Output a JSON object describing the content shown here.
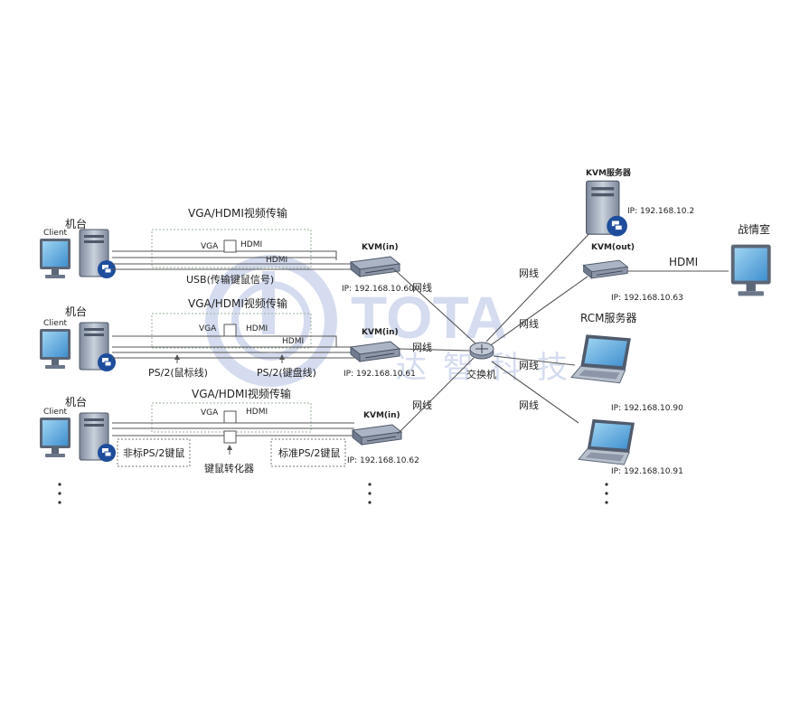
{
  "watermark": {
    "logo_text": "TOTA",
    "chinese_text": "达智科技",
    "color": "#6a86c8"
  },
  "rows": [
    {
      "host_label": "机台",
      "client_label": "Client",
      "video_label": "VGA/HDMI视频传输",
      "vga": "VGA",
      "hdmi_a": "HDMI",
      "hdmi_b": "HDMI",
      "note_bottom": "USB(传输键鼠信号)",
      "kvm_label": "KVM(in)",
      "ip": "IP:  192.168.10.60",
      "net": "网线"
    },
    {
      "host_label": "机台",
      "client_label": "Client",
      "video_label": "VGA/HDMI视频传输",
      "vga": "VGA",
      "hdmi_a": "HDMI",
      "hdmi_b": "HDMI",
      "ps2_mouse": "PS/2(鼠标线)",
      "ps2_keyboard": "PS/2(键盘线)",
      "kvm_label": "KVM(in)",
      "ip": "IP:  192.168.10.61",
      "net": "网线"
    },
    {
      "host_label": "机台",
      "client_label": "Client",
      "video_label": "VGA/HDMI视频传输",
      "vga": "VGA",
      "hdmi_a": "HDMI",
      "nonstd": "非标PS/2键鼠",
      "converter": "键鼠转化器",
      "std": "标准PS/2键鼠",
      "kvm_label": "KVM(in)",
      "ip": "IP:  192.168.10.62",
      "net": "网线"
    }
  ],
  "switch": {
    "label": "交换机"
  },
  "kvm_server": {
    "label": "KVM服务器",
    "ip": "IP:  192.168.10.2"
  },
  "kvm_out": {
    "label": "KVM(out)",
    "ip": "IP:  192.168.10.63"
  },
  "war_room": {
    "label": "战情室",
    "link": "HDMI"
  },
  "rcm_server": {
    "label": "RCM服务器"
  },
  "laptop2": {
    "ip_top": "IP:  192.168.10.90",
    "ip_bottom": "IP:  192.168.10.91"
  },
  "net_labels": [
    "网线",
    "网线",
    "网线",
    "网线"
  ],
  "colors": {
    "device_blue": "#1e4d9c",
    "screen": "#5ba7dc",
    "box": "#8c96a8",
    "accent": "#2a6fd0"
  }
}
